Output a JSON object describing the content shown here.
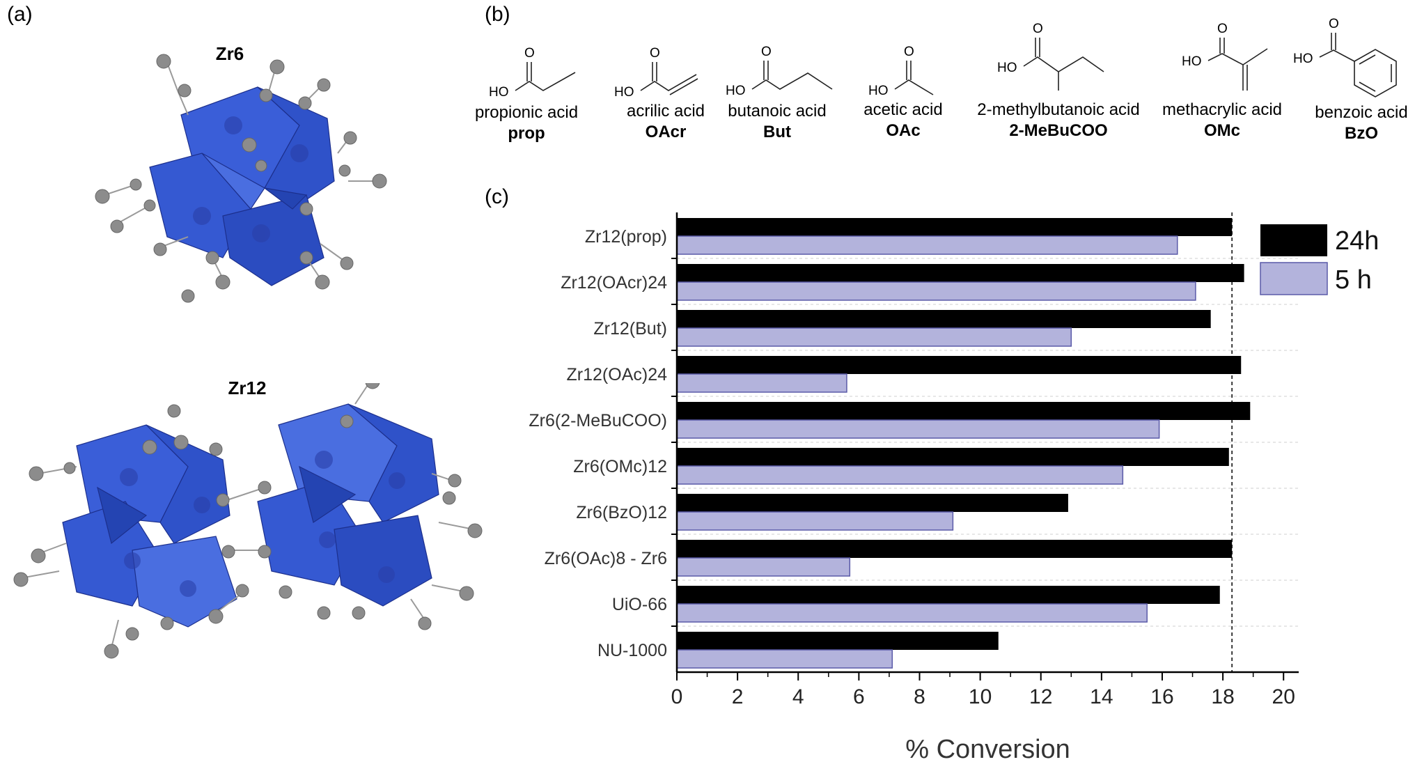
{
  "panels": {
    "a": "(a)",
    "b": "(b)",
    "c": "(c)"
  },
  "clusters": {
    "top": "Zr6",
    "bottom": "Zr12"
  },
  "acids": [
    {
      "name": "propionic acid",
      "abbr": "prop",
      "ho": "HO",
      "o": "O"
    },
    {
      "name": "acrilic acid",
      "abbr": "OAcr",
      "ho": "HO",
      "o": "O"
    },
    {
      "name": "butanoic acid",
      "abbr": "But",
      "ho": "HO",
      "o": "O"
    },
    {
      "name": "acetic acid",
      "abbr": "OAc",
      "ho": "HO",
      "o": "O"
    },
    {
      "name": "2-methylbutanoic acid",
      "abbr": "2-MeBuCOO",
      "ho": "HO",
      "o": "O"
    },
    {
      "name": "methacrylic acid",
      "abbr": "OMc",
      "ho": "HO",
      "o": "O"
    },
    {
      "name": "benzoic acid",
      "abbr": "BzO",
      "ho": "HO",
      "o": "O"
    }
  ],
  "colors": {
    "series_24h": "#000000",
    "series_5h": "#b3b3dc",
    "series_5h_border": "#5a5aa8",
    "polyhedra": "#3a5ed8",
    "atoms": "#8c8c8c"
  },
  "chart_data": {
    "type": "bar",
    "orientation": "horizontal",
    "categories": [
      "Zr12(prop)",
      "Zr12(OAcr)24",
      "Zr12(But)",
      "Zr12(OAc)24",
      "Zr6(2-MeBuCOO)",
      "Zr6(OMc)12",
      "Zr6(BzO)12",
      "Zr6(OAc)8 -  Zr6",
      "UiO-66",
      "NU-1000"
    ],
    "series": [
      {
        "name": "24h",
        "values": [
          18.3,
          18.7,
          17.6,
          18.6,
          18.9,
          18.2,
          12.9,
          18.3,
          17.9,
          10.6
        ]
      },
      {
        "name": "5 h",
        "values": [
          16.5,
          17.1,
          13.0,
          5.6,
          15.9,
          14.7,
          9.1,
          5.7,
          15.5,
          7.1
        ]
      }
    ],
    "xlabel": "% Conversion",
    "xlim": [
      0,
      20.5
    ],
    "xticks": [
      0,
      2,
      4,
      6,
      8,
      10,
      12,
      14,
      16,
      18,
      20
    ],
    "reference_line_x": 18.3,
    "legend_position": "top-right"
  }
}
